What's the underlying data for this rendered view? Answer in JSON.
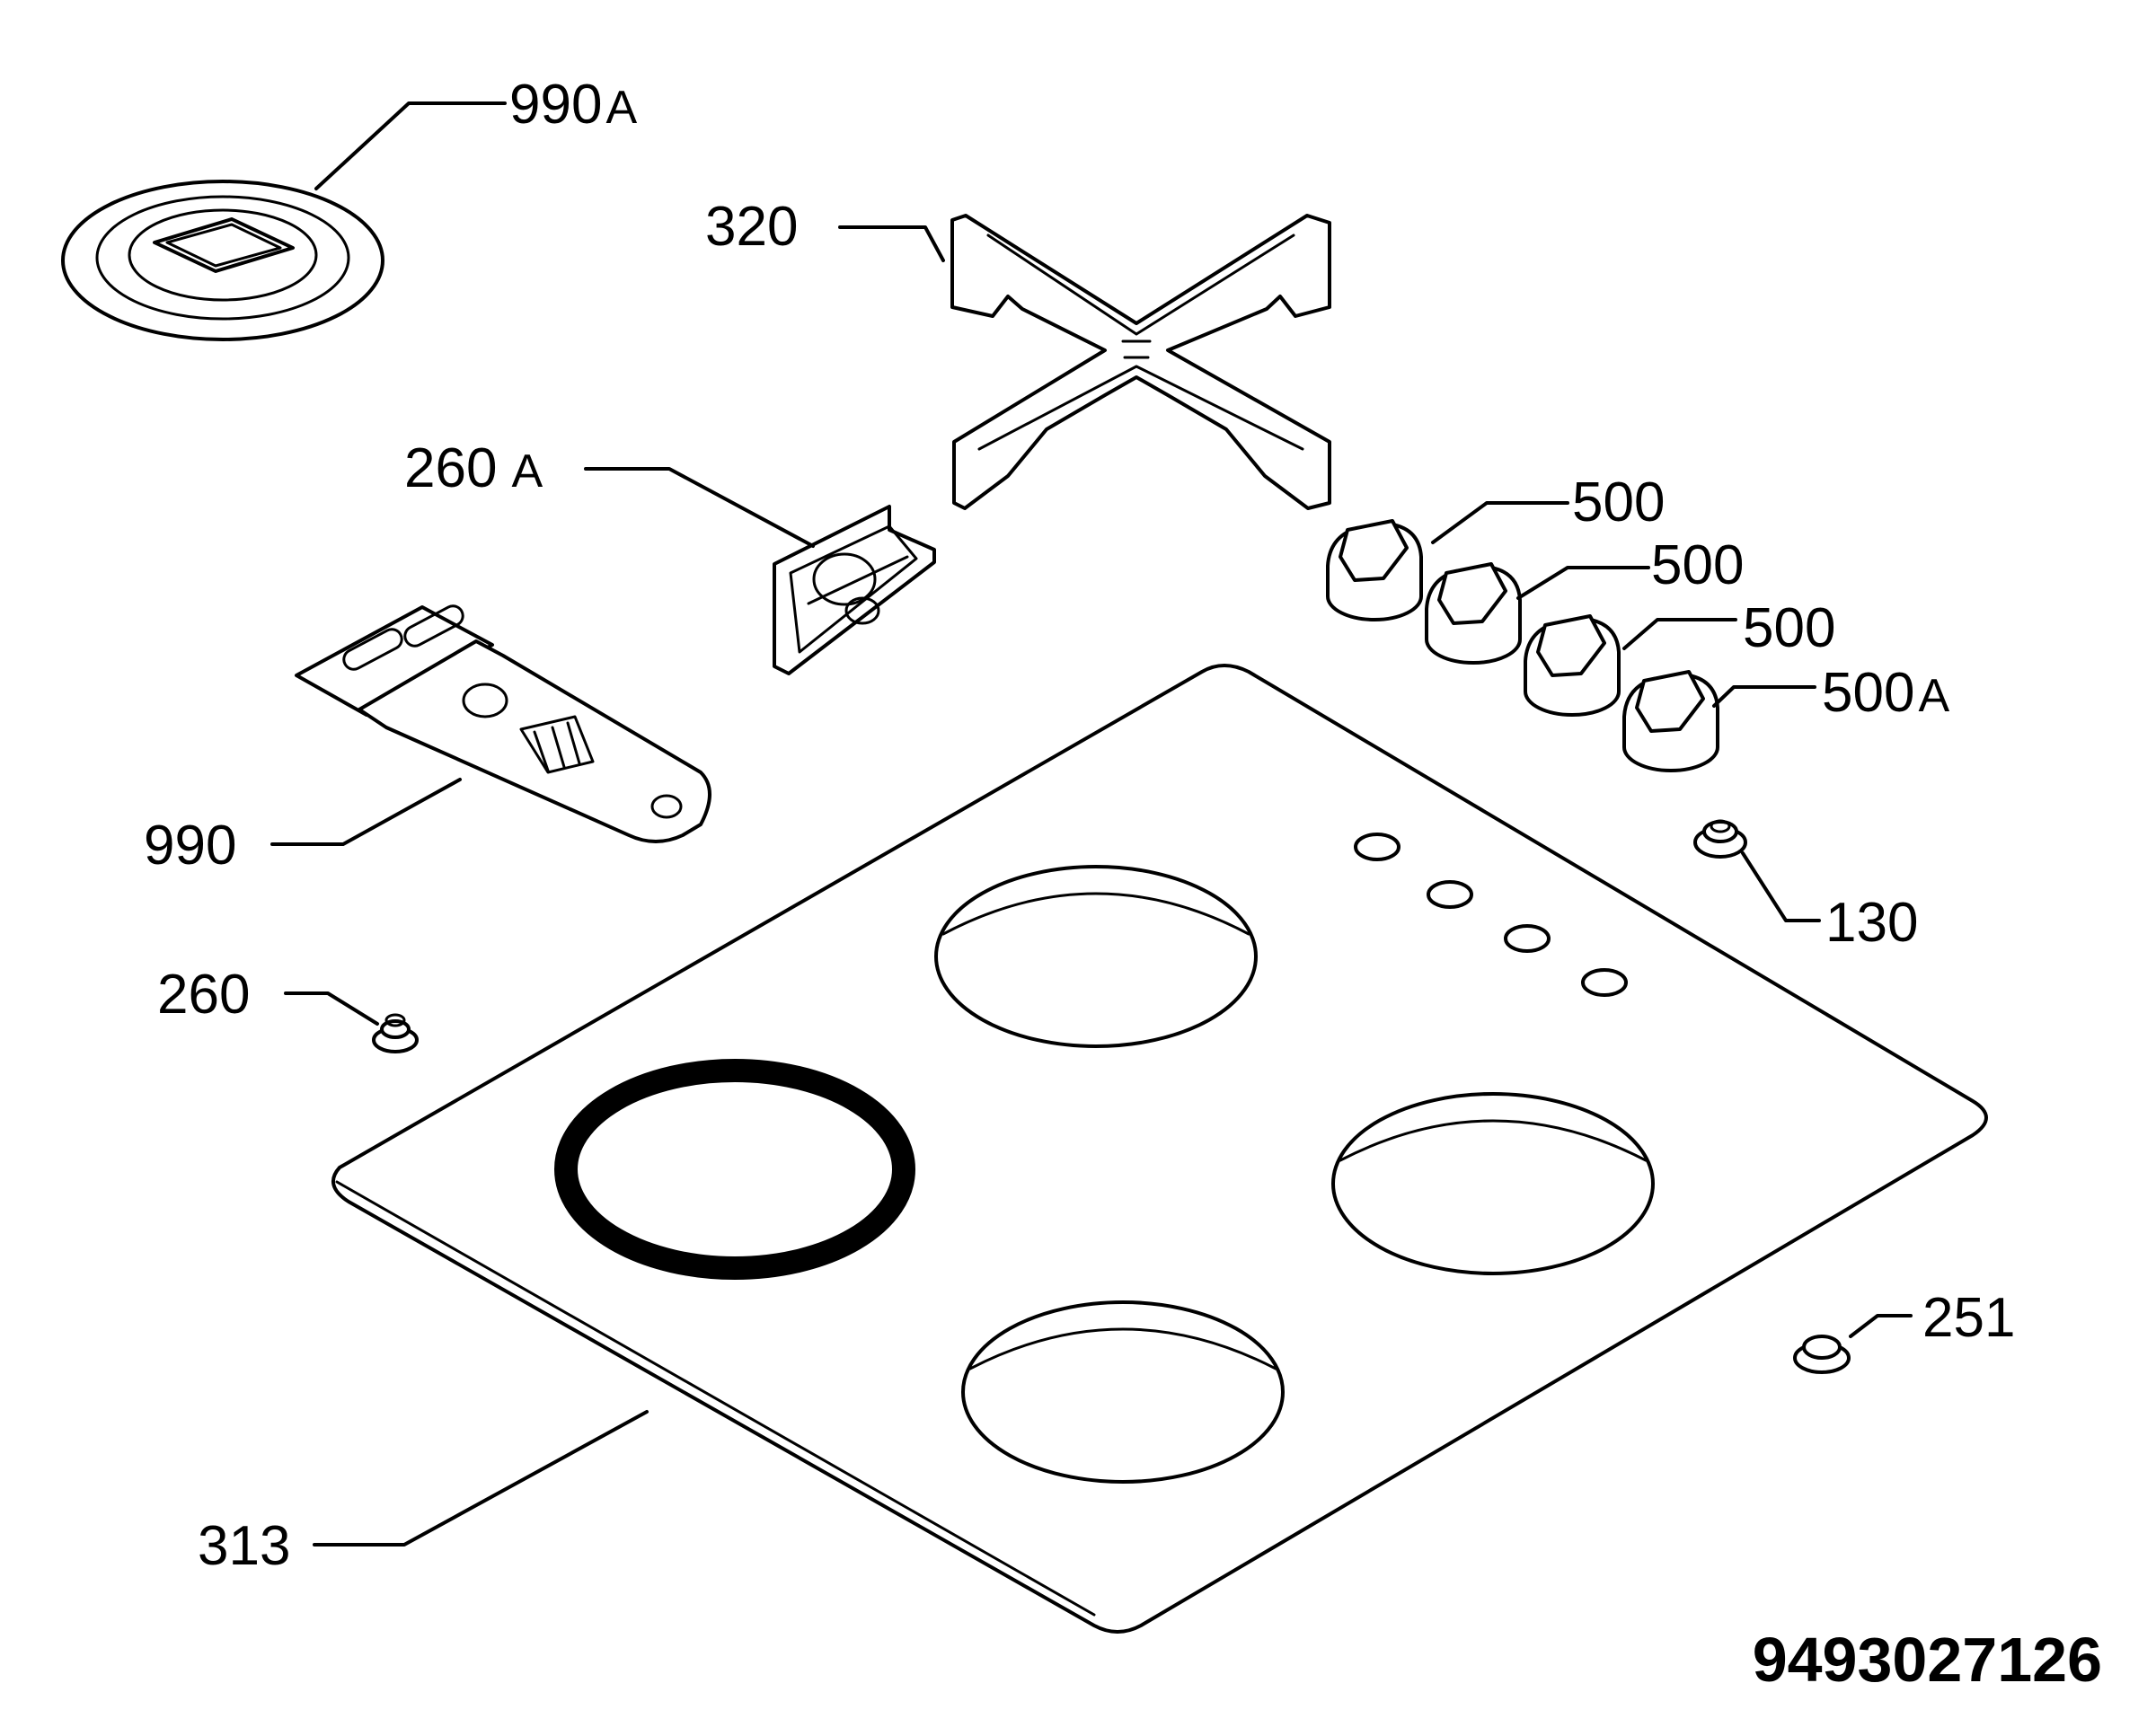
{
  "labels": {
    "p990a": "990",
    "p990a_suffix": "A",
    "p320": "320",
    "p260a": "260",
    "p260a_suffix": "A",
    "p500_1": "500",
    "p500_2": "500",
    "p500_3": "500",
    "p500a": "500",
    "p500a_suffix": "A",
    "p990": "990",
    "p130": "130",
    "p260": "260",
    "p251": "251",
    "p313": "313"
  },
  "drawing_number": "9493027126"
}
